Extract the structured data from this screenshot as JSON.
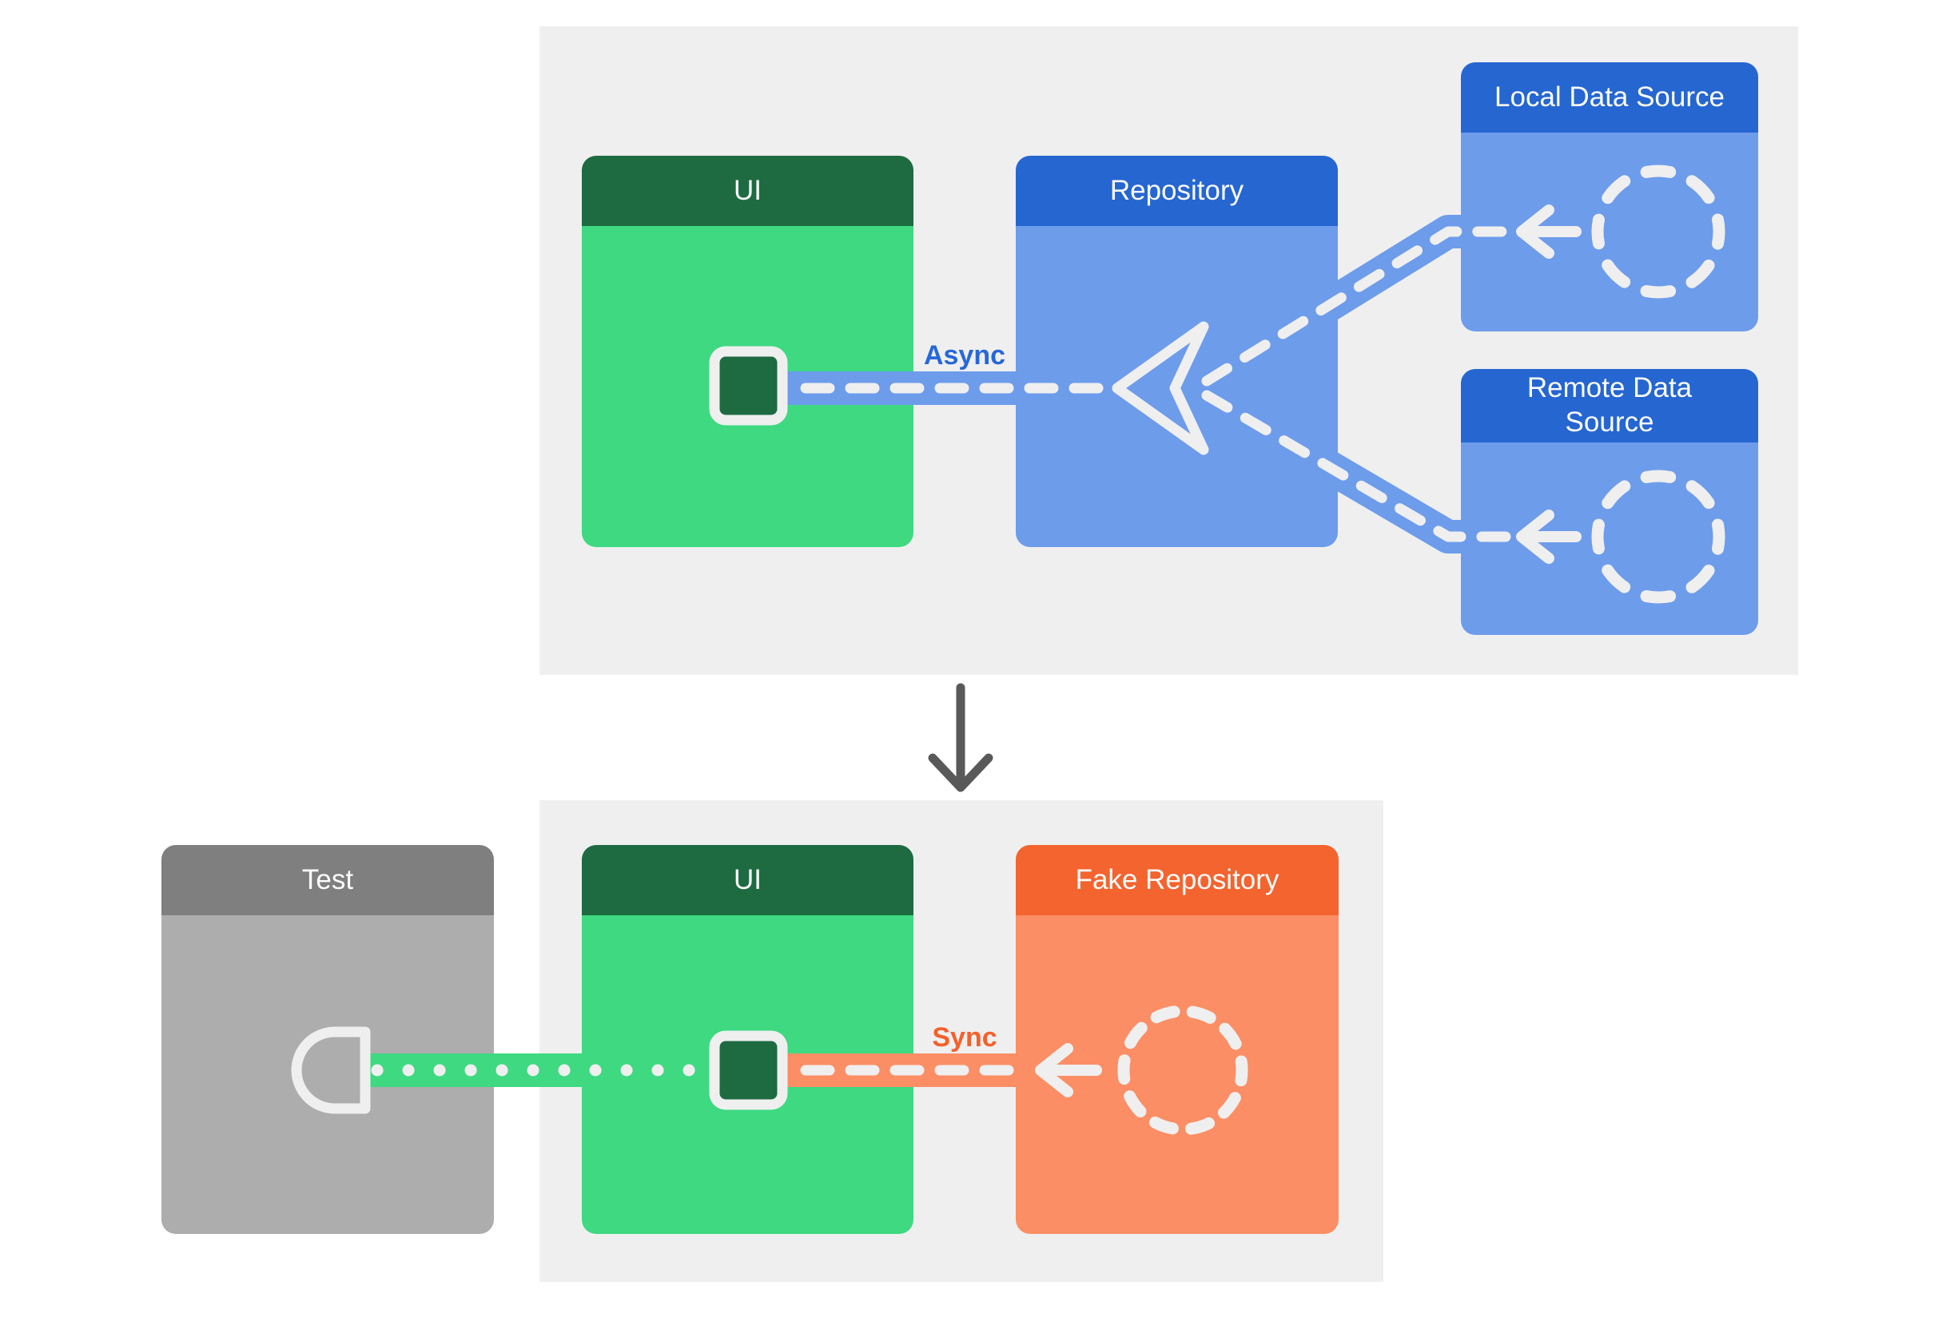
{
  "diagram": {
    "production_panel": {
      "ui": {
        "title": "UI"
      },
      "repository": {
        "title": "Repository"
      },
      "local_data_source": {
        "title": "Local Data Source"
      },
      "remote_data_source": {
        "title": "Remote Data Source"
      },
      "flow_label": "Async"
    },
    "test_panel": {
      "test": {
        "title": "Test"
      },
      "ui": {
        "title": "UI"
      },
      "fake_repository": {
        "title": "Fake Repository"
      },
      "flow_label": "Sync"
    }
  },
  "icons": {
    "ui_component": "phone-screen-icon",
    "repository_inlet": "triangle-valve-icon",
    "data_source_placeholder": "dashed-circle-icon",
    "data_flow_arrow": "arrow-left-icon",
    "test_connector": "plug-socket-icon",
    "panel_transition": "down-arrow-icon"
  },
  "colors": {
    "panel_background": "#EFEFEF",
    "ui_header_green": "#1E6B41",
    "ui_body_green": "#3ED981",
    "repository_header_blue": "#2566D1",
    "repository_body_blue": "#6D9CEB",
    "fake_repository_header_orange": "#F4642F",
    "fake_repository_body_salmon": "#FB8E65",
    "test_header_gray": "#7F7F7F",
    "test_body_gray": "#ADADAD",
    "connector_white": "#EFEFEF",
    "async_label_blue": "#2768D9",
    "sync_label_orange": "#F4602B",
    "transition_arrow_gray": "#595959"
  }
}
